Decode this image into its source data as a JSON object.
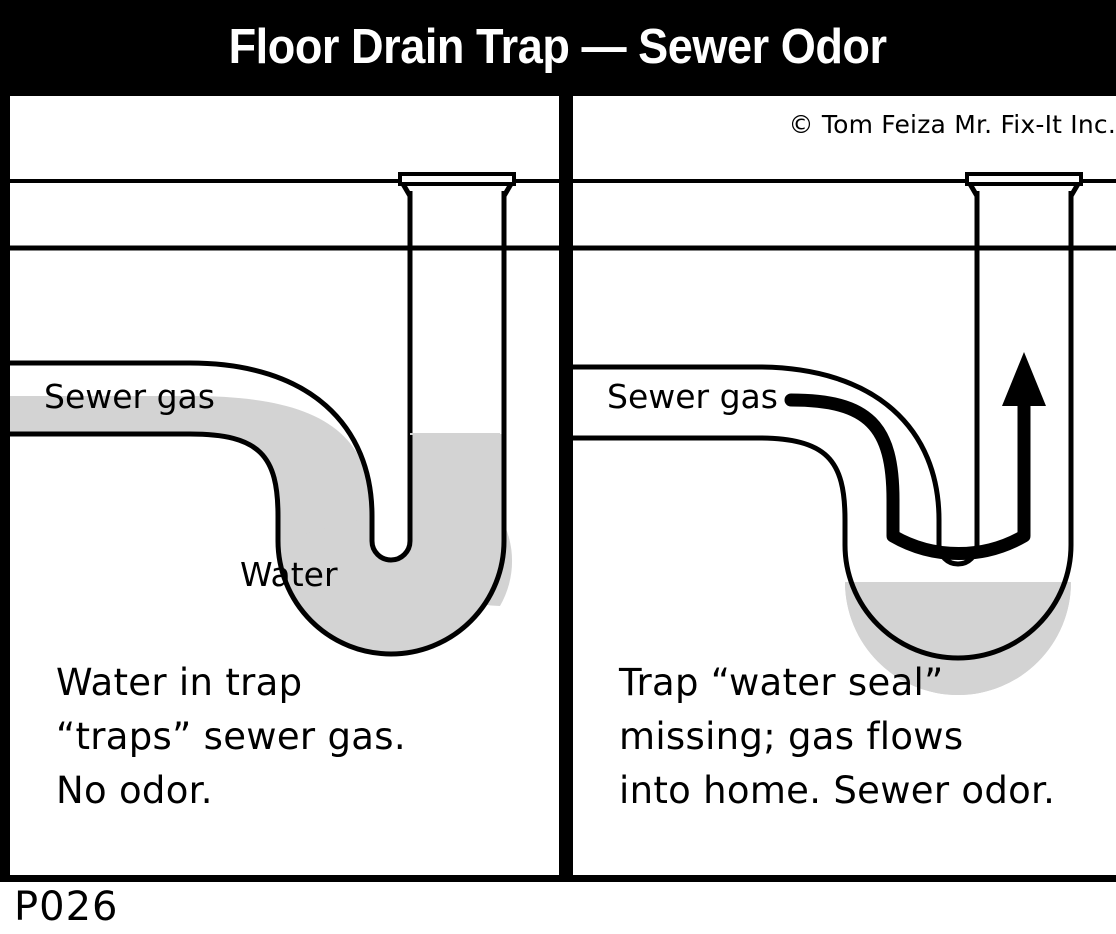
{
  "header": {
    "title": "Floor Drain Trap — Sewer Odor",
    "background": "#000000",
    "text_color": "#ffffff"
  },
  "copyright": "© Tom Feiza Mr. Fix-It Inc.",
  "footer": {
    "code": "P026"
  },
  "colors": {
    "water_fill": "#d3d3d3",
    "outline": "#000000",
    "panel_background": "#ffffff",
    "frame": "#000000"
  },
  "panels": [
    {
      "id": "left",
      "name": "trap-with-water-seal",
      "labels": {
        "sewer_gas": "Sewer gas",
        "water": "Water"
      },
      "caption": "Water in trap\n“traps” sewer gas.\nNo odor.",
      "water_present": true,
      "gas_arrow": false
    },
    {
      "id": "right",
      "name": "trap-missing-water-seal",
      "labels": {
        "sewer_gas": "Sewer gas"
      },
      "caption": "Trap “water seal”\nmissing; gas flows\ninto home. Sewer odor.",
      "water_present": false,
      "gas_arrow": true
    }
  ]
}
